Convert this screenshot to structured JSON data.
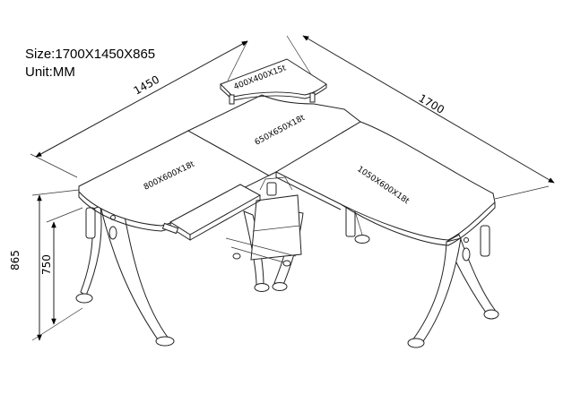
{
  "header": {
    "size_text": "Size:1700X1450X865",
    "unit_text": "Unit:MM"
  },
  "dimensions": {
    "width_left": "1450",
    "width_right": "1700",
    "height_total": "865",
    "height_desk": "750"
  },
  "panels": {
    "left": "800X600X18t",
    "center": "650X650X18t",
    "right": "1050X600X18t",
    "shelf": "400X400X15t"
  }
}
